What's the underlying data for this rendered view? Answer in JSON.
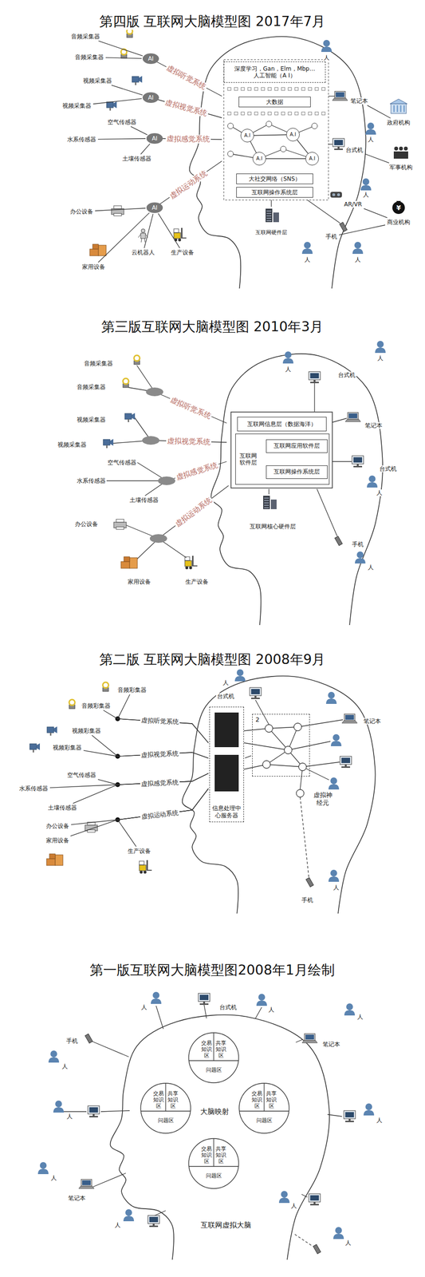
{
  "diagram": {
    "nodes": [
      {
        "text": [
          "深度学习，Gan，Elm，Mbp…",
          "人工智能（A I）"
        ]
      },
      {
        "text": [
          "大数据"
        ]
      },
      {
        "text": [
          "A.I"
        ]
      },
      {
        "text": [
          "A.I"
        ]
      },
      {
        "text": [
          "A.I"
        ]
      },
      {
        "text": [
          "A.I"
        ]
      },
      {
        "text": [
          "大社交网络（SNS）"
        ]
      },
      {
        "text": [
          "互联网操作系统层"
        ]
      },
      {
        "text": [
          "互联网硬件层"
        ]
      },
      {
        "text": [
          "音频采集器"
        ]
      },
      {
        "text": [
          "音频采集器"
        ]
      },
      {
        "text": [
          "视频采集器"
        ]
      },
      {
        "text": [
          "视频采集器"
        ]
      },
      {
        "text": [
          "空气传感器"
        ]
      },
      {
        "text": [
          "水系传感器"
        ]
      },
      {
        "text": [
          "土壤传感器"
        ]
      },
      {
        "text": [
          "办公设备"
        ]
      },
      {
        "text": [
          "家用设备"
        ]
      },
      {
        "text": [
          "云机器人"
        ]
      },
      {
        "text": [
          "生产设备"
        ]
      },
      {
        "text": [
          "AI"
        ]
      },
      {
        "text": [
          "AI"
        ]
      },
      {
        "text": [
          "AI"
        ]
      },
      {
        "text": [
          "AI"
        ]
      },
      {
        "text": [
          "人"
        ]
      },
      {
        "text": [
          "笔记本"
        ]
      },
      {
        "text": [
          "政府机构"
        ]
      },
      {
        "text": [
          "人"
        ]
      },
      {
        "text": [
          "台式机"
        ]
      },
      {
        "text": [
          "军事机构"
        ]
      },
      {
        "text": [
          "人"
        ]
      },
      {
        "text": [
          "AR/VR"
        ]
      },
      {
        "text": [
          "商业机构"
        ]
      },
      {
        "text": [
          "手机"
        ]
      },
      {
        "text": [
          "人"
        ]
      },
      {
        "text": [
          "人"
        ]
      },
      {
        "text": [
          "互联网信息层（数据海洋）"
        ]
      },
      {
        "text": [
          "互联网软件层"
        ]
      },
      {
        "text": [
          "互联网应用软件层"
        ],
        "in": 37
      },
      {
        "text": [
          "互联网操作系统层"
        ],
        "in": 37
      },
      {
        "text": [
          "互联网核心硬件层"
        ]
      },
      {
        "text": [
          "音频采集器"
        ]
      },
      {
        "text": [
          "音频采集器"
        ]
      },
      {
        "text": [
          "视频采集器"
        ]
      },
      {
        "text": [
          "视频采集器"
        ]
      },
      {
        "text": [
          "空气传感器"
        ]
      },
      {
        "text": [
          "水系传感器"
        ]
      },
      {
        "text": [
          "土壤传感器"
        ]
      },
      {
        "text": [
          "办公设备"
        ]
      },
      {
        "text": [
          "家用设备"
        ]
      },
      {
        "text": [
          "生产设备"
        ]
      },
      {
        "text": [
          "人"
        ]
      },
      {
        "text": [
          "台式机"
        ]
      },
      {
        "text": [
          "笔记本"
        ]
      },
      {
        "text": [
          "人"
        ]
      },
      {
        "text": [
          "台式机"
        ]
      },
      {
        "text": [
          "人"
        ]
      },
      {
        "text": [
          "手机"
        ]
      },
      {
        "text": [
          "人"
        ]
      },
      {
        "text": [
          "信息处理中心服务器"
        ]
      },
      {
        "text": [
          "2"
        ]
      },
      {
        "text": [
          "音频彩集器"
        ]
      },
      {
        "text": [
          "音频彩集器"
        ]
      },
      {
        "text": [
          "视频彩集器"
        ]
      },
      {
        "text": [
          "视频彩集器"
        ]
      },
      {
        "text": [
          "空气传感器"
        ]
      },
      {
        "text": [
          "水系传感器"
        ]
      },
      {
        "text": [
          "土壤传感器"
        ]
      },
      {
        "text": [
          "办公设备"
        ]
      },
      {
        "text": [
          "家用设备"
        ]
      },
      {
        "text": [
          "生产设备"
        ]
      },
      {
        "text": [
          "人"
        ]
      },
      {
        "text": [
          "台式机"
        ]
      },
      {
        "text": [
          "笔记本"
        ]
      },
      {
        "text": [
          "手机"
        ]
      },
      {
        "text": [
          "人"
        ]
      },
      {
        "text": [
          "交易知识区"
        ]
      },
      {
        "text": [
          "共享知识区"
        ]
      },
      {
        "text": [
          "问题区"
        ]
      },
      {
        "text": [
          "交易知识区"
        ]
      },
      {
        "text": [
          "共享知识区"
        ]
      },
      {
        "text": [
          "问题区"
        ]
      },
      {
        "text": [
          "交易知识区"
        ]
      },
      {
        "text": [
          "共享知识区"
        ]
      },
      {
        "text": [
          "问题区"
        ]
      },
      {
        "text": [
          "交易知识区"
        ]
      },
      {
        "text": [
          "共享知识区"
        ]
      },
      {
        "text": [
          "问题区"
        ]
      },
      {
        "text": [
          "人"
        ]
      },
      {
        "text": [
          "台式机"
        ]
      },
      {
        "text": [
          "人"
        ]
      },
      {
        "text": [
          "手机"
        ]
      },
      {
        "text": [
          "人"
        ]
      },
      {
        "text": [
          "笔记本"
        ]
      },
      {
        "text": [
          "人"
        ]
      },
      {
        "text": [
          "人"
        ]
      },
      {
        "text": [
          "人"
        ]
      },
      {
        "text": [
          "人"
        ]
      },
      {
        "text": [
          "笔记本"
        ]
      },
      {
        "text": [
          "人"
        ]
      },
      {
        "text": [
          "人"
        ]
      },
      {
        "text": [
          "人"
        ]
      }
    ],
    "edges": [
      {
        "from": 9,
        "to": 20,
        "arrow": "none"
      },
      {
        "from": 10,
        "to": 20,
        "arrow": "none"
      },
      {
        "from": 11,
        "to": 21,
        "arrow": "none"
      },
      {
        "from": 12,
        "to": 21,
        "arrow": "none"
      },
      {
        "from": 13,
        "to": 22,
        "arrow": "none"
      },
      {
        "from": 14,
        "to": 22,
        "arrow": "none"
      },
      {
        "from": 15,
        "to": 22,
        "arrow": "none"
      },
      {
        "from": 16,
        "to": 23,
        "arrow": "none"
      },
      {
        "from": 17,
        "to": 23,
        "arrow": "none"
      },
      {
        "from": 18,
        "to": 23,
        "arrow": "none"
      },
      {
        "from": 19,
        "to": 23,
        "arrow": "none"
      },
      {
        "from": 25,
        "to": 26,
        "arrow": "none"
      },
      {
        "from": 28,
        "to": 29,
        "arrow": "none"
      },
      {
        "from": 31,
        "to": 32,
        "arrow": "none"
      },
      {
        "from": 33,
        "to": 32,
        "arrow": "none"
      },
      {
        "from": 61,
        "to": 59,
        "arrow": "none"
      },
      {
        "from": 62,
        "to": 59,
        "arrow": "none"
      },
      {
        "from": 63,
        "to": 59,
        "arrow": "none"
      },
      {
        "from": 64,
        "to": 59,
        "arrow": "none"
      },
      {
        "from": 65,
        "to": 59,
        "arrow": "none"
      },
      {
        "from": 66,
        "to": 59,
        "arrow": "none"
      },
      {
        "from": 67,
        "to": 59,
        "arrow": "none"
      },
      {
        "from": 68,
        "to": 59,
        "arrow": "none"
      },
      {
        "from": 69,
        "to": 59,
        "arrow": "none"
      },
      {
        "from": 70,
        "to": 59,
        "arrow": "none"
      },
      {
        "from": 59,
        "to": 60,
        "arrow": "none"
      }
    ],
    "labels": [
      "第四版 互联网大脑模型图 2017年7月",
      "虚拟听觉系统",
      "虚拟视觉系统",
      "虚拟感觉系统",
      "虚拟运动系统",
      "¥",
      "第三版互联网大脑模型图 2010年3月",
      "虚拟听觉系统",
      "虚拟视觉系统",
      "虚拟感觉系统",
      "虚拟运动系统",
      "第二版 互联网大脑模型图 2008年9月",
      "虚拟听觉系统",
      "虚拟视觉系统",
      "虚拟感觉系统",
      "虚拟运动系统",
      "虚拟神经元",
      "第一版互联网大脑模型图2008年1月绘制",
      "大脑映射",
      "互联网虚拟大脑"
    ]
  }
}
